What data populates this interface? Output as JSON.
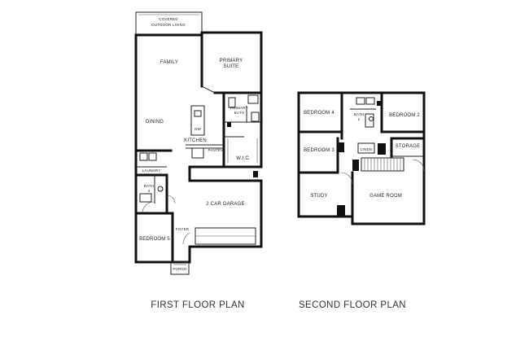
{
  "first_floor": {
    "caption": "FIRST FLOOR PLAN",
    "rooms": {
      "covered_outdoor_1": "COVERED",
      "covered_outdoor_2": "OUTDOOR LIVING",
      "family": "FAMILY",
      "primary_suite_1": "PRIMARY",
      "primary_suite_2": "SUITE",
      "dining": "DINING",
      "kitchen": "KITCHEN",
      "primary_bath_1": "PRIMARY",
      "primary_bath_2": "BATH",
      "dw": "DW",
      "pantry": "PANTRY",
      "wic": "W.I.C.",
      "laundry": "LAUNDRY",
      "bath_1": "BATH",
      "bath_2": "3",
      "garage": "2 CAR GARAGE",
      "foyer": "FOYER",
      "bedroom_5": "BEDROOM 5",
      "porch": "PORCH"
    }
  },
  "second_floor": {
    "caption": "SECOND FLOOR PLAN",
    "rooms": {
      "bedroom_4": "BEDROOM 4",
      "bath_1": "BATH",
      "bath_2": "2",
      "bedroom_2": "BEDROOM 2",
      "bedroom_3": "BEDROOM 3",
      "linen": "LINEN",
      "storage": "STORAGE",
      "study": "STUDY",
      "game_room": "GAME ROOM"
    }
  }
}
